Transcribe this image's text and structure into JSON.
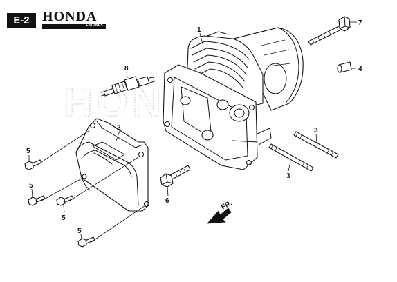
{
  "page": {
    "code": "E-2",
    "brand": "HONDA",
    "brand_sub": "ENGINES",
    "watermark": "HONDA",
    "direction_label": "FR."
  },
  "callouts": [
    {
      "id": "cylinder-head",
      "number": "1"
    },
    {
      "id": "head-cover",
      "number": "2"
    },
    {
      "id": "stud-upper",
      "number": "3"
    },
    {
      "id": "stud-lower",
      "number": "3"
    },
    {
      "id": "dowel-pin",
      "number": "4"
    },
    {
      "id": "bolt-a",
      "number": "5"
    },
    {
      "id": "bolt-b",
      "number": "5"
    },
    {
      "id": "bolt-c",
      "number": "5"
    },
    {
      "id": "bolt-d",
      "number": "5"
    },
    {
      "id": "flange-bolt",
      "number": "6"
    },
    {
      "id": "head-bolt",
      "number": "7"
    },
    {
      "id": "spark-plug",
      "number": "8"
    }
  ],
  "colors": {
    "ink": "#111111",
    "watermark": "#d6d6d6",
    "paper": "#ffffff"
  }
}
